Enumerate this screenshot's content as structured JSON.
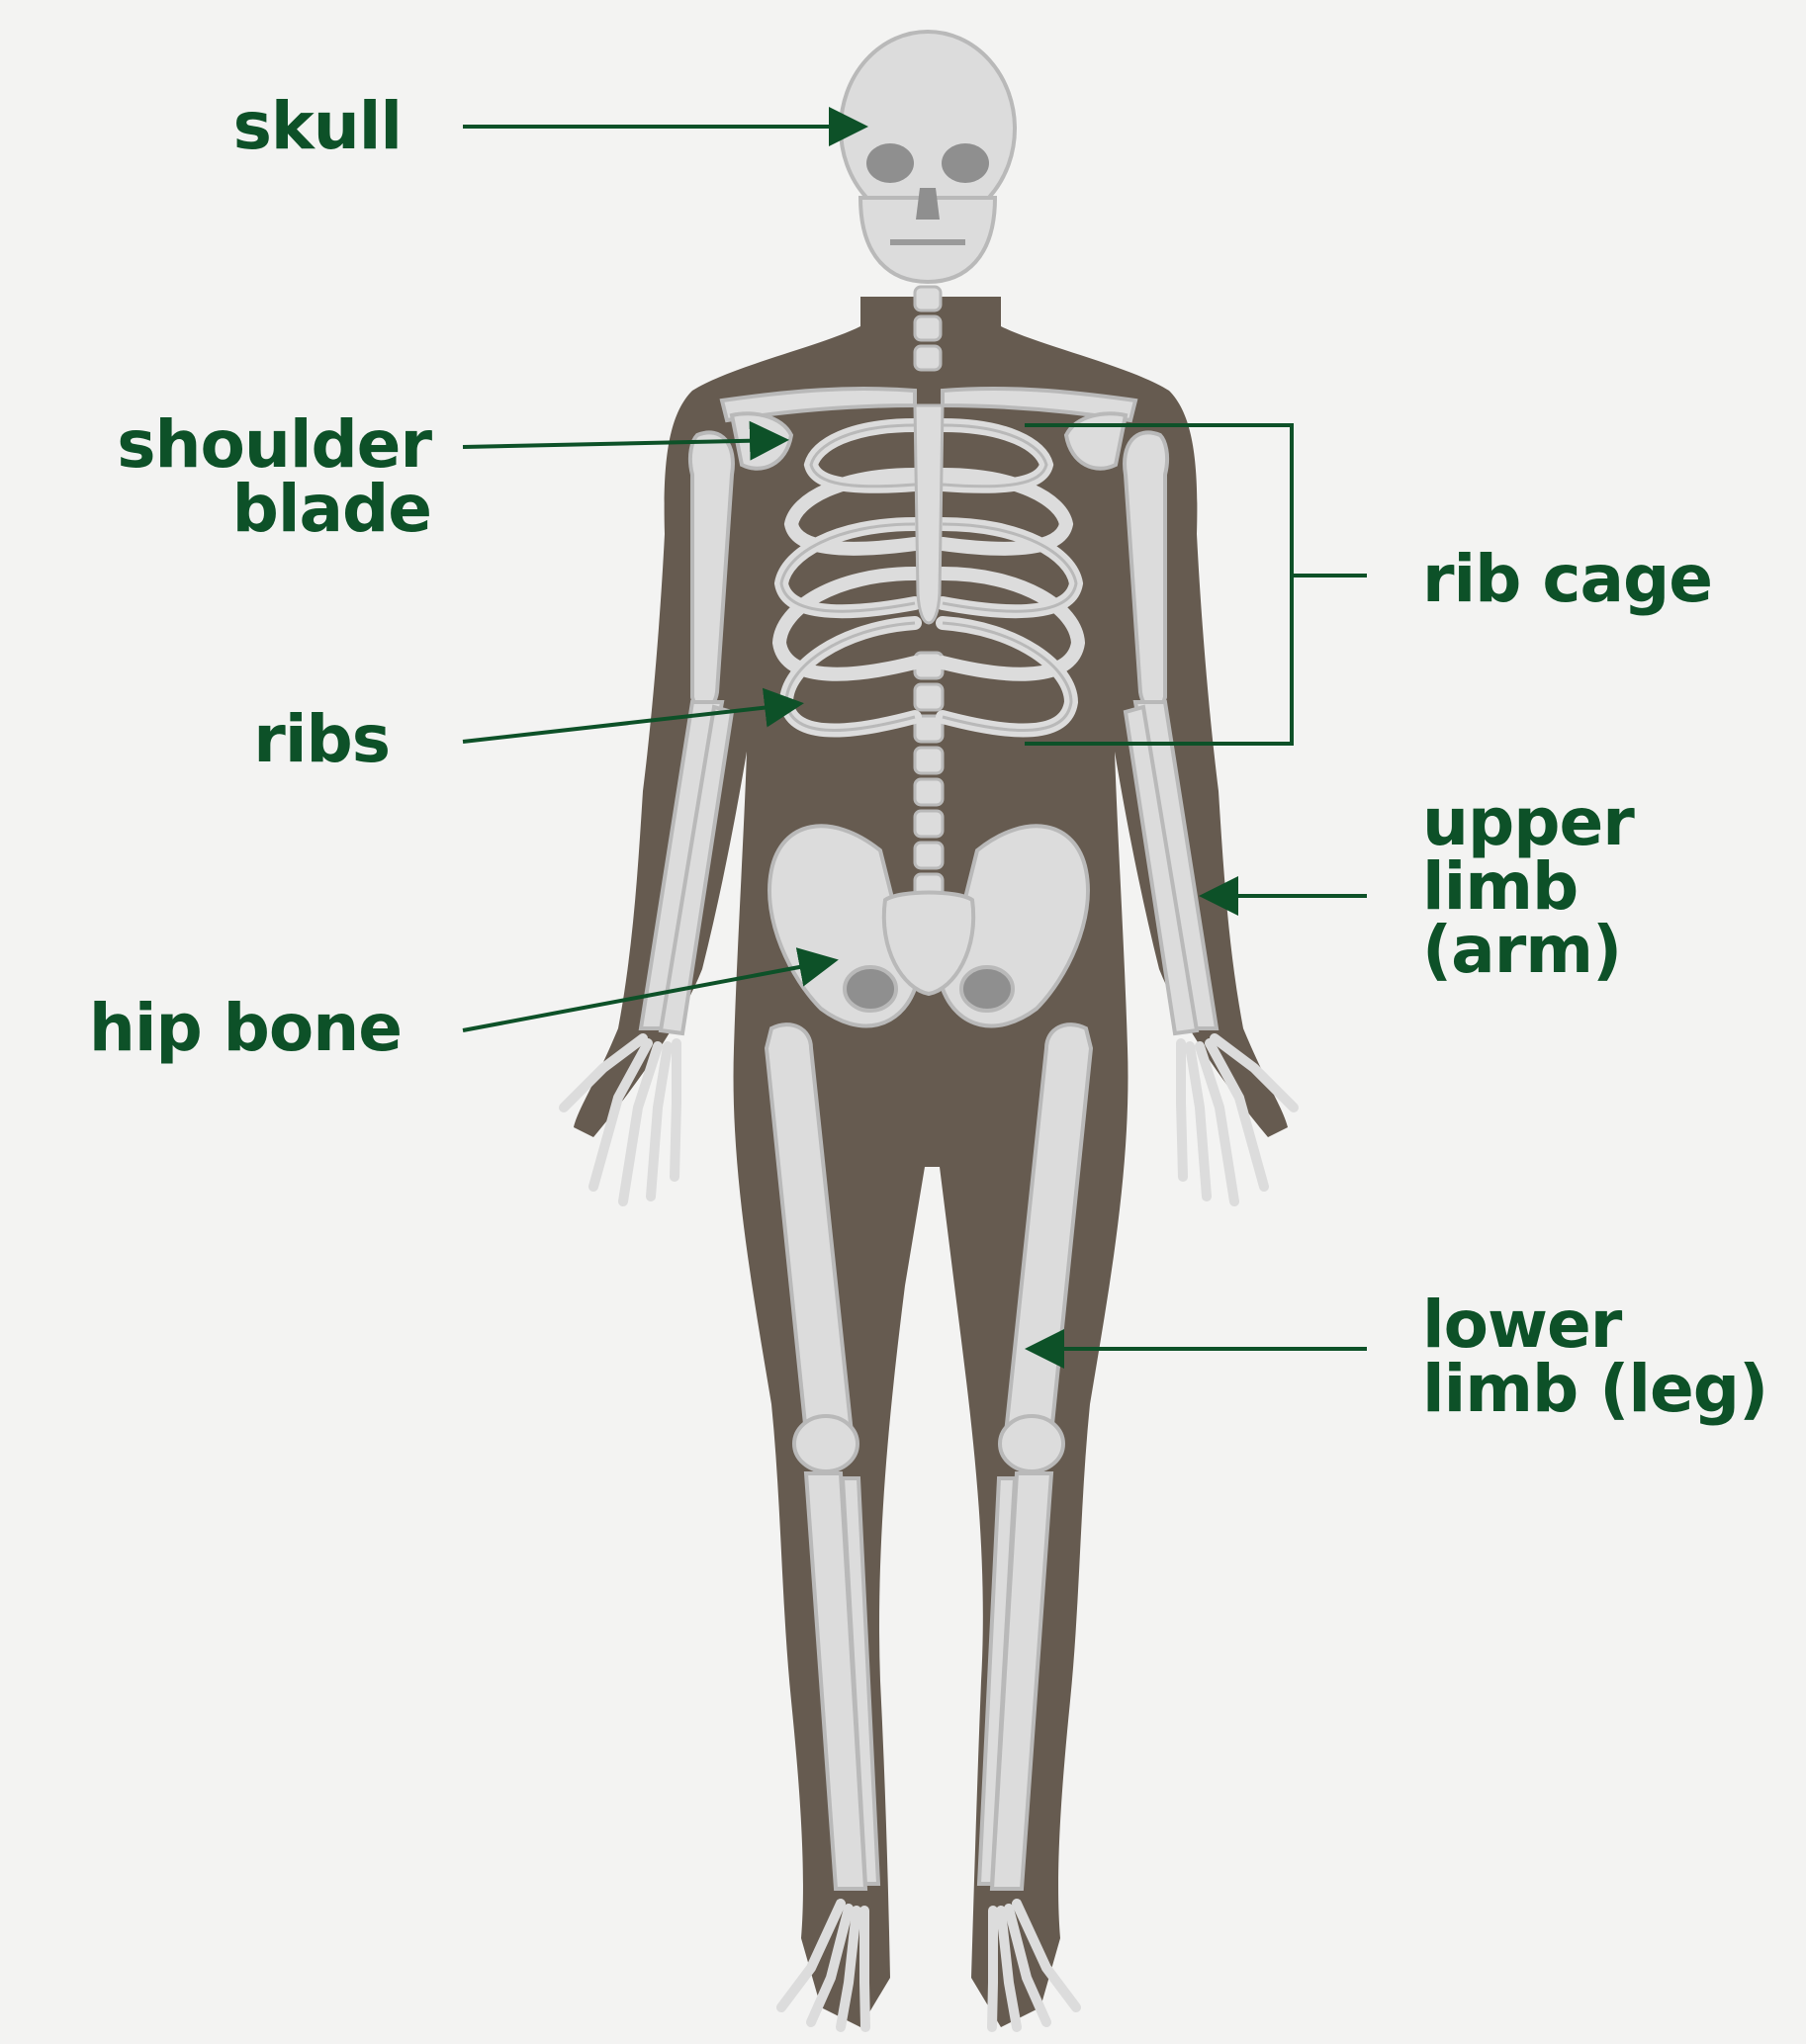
{
  "colors": {
    "background": "#f3f3f2",
    "silhouette": "#665b50",
    "bone": "#dcdcdc",
    "bone_shadow": "#b9b9b9",
    "label_green": "#0d5128"
  },
  "labels": {
    "skull": "skull",
    "shoulder_blade_line1": "shoulder",
    "shoulder_blade_line2": "blade",
    "ribs": "ribs",
    "hip_bone": "hip bone",
    "rib_cage": "rib cage",
    "upper_limb_line1": "upper",
    "upper_limb_line2": "limb",
    "upper_limb_line3": "(arm)",
    "lower_limb_line1": "lower",
    "lower_limb_line2": "limb (leg)"
  }
}
